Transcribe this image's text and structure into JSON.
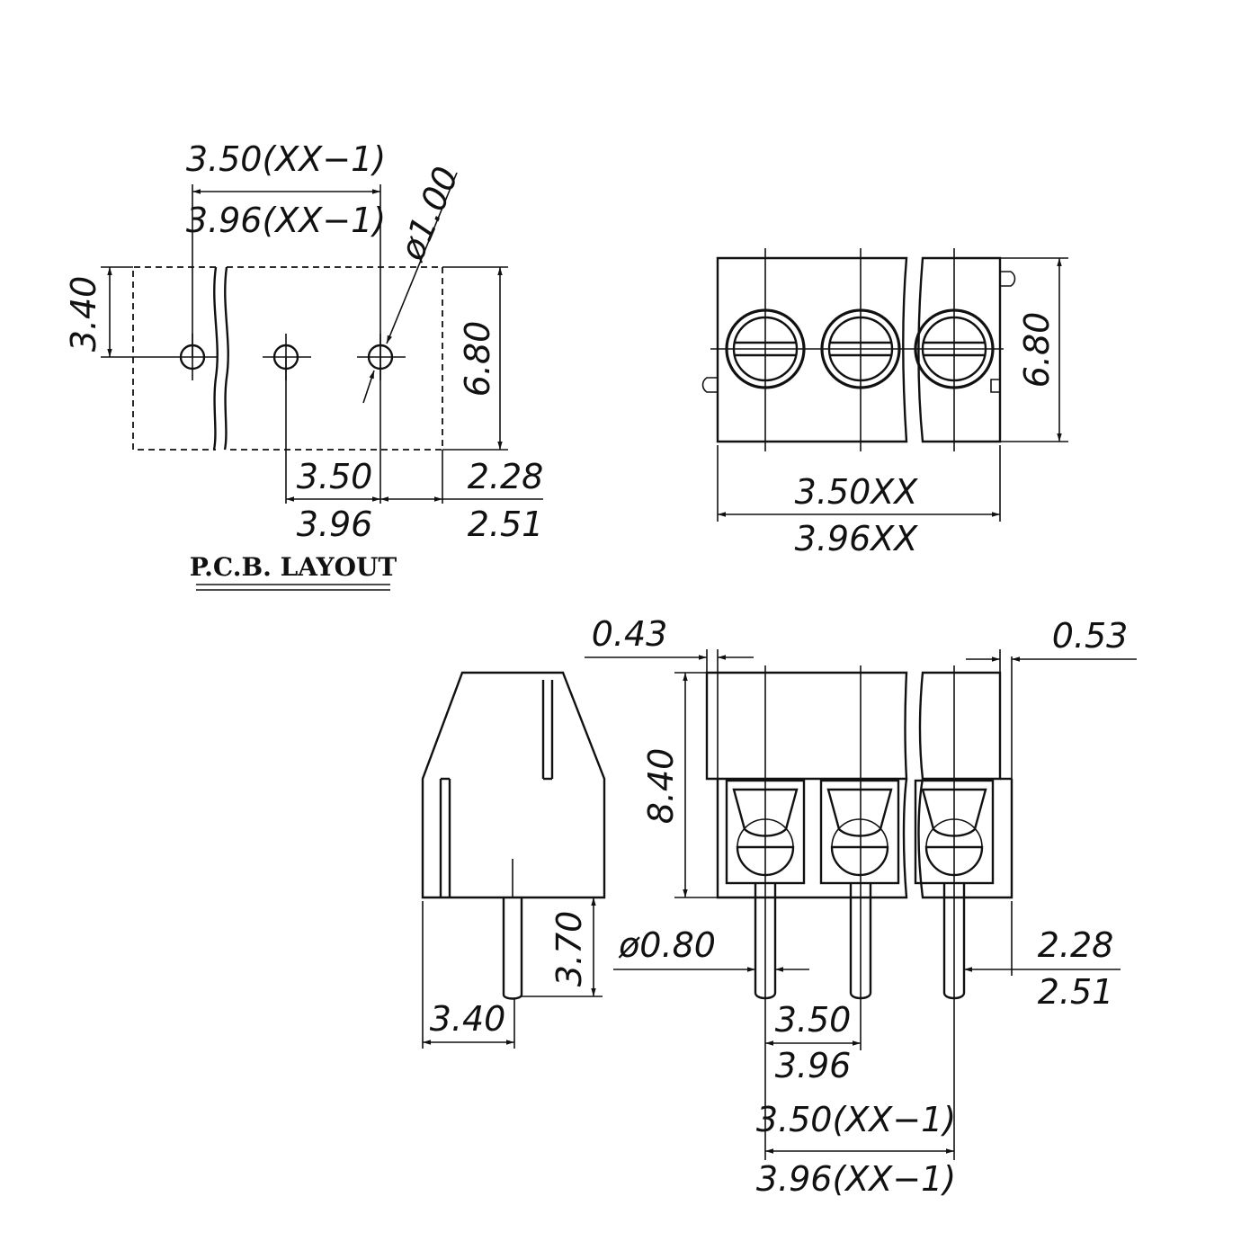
{
  "pcb_layout": {
    "title": "P.C.B. LAYOUT",
    "pitch_top_a": "3.50(XX−1)",
    "pitch_top_b": "3.96(XX−1)",
    "hole_dia": "ø1.00",
    "row_offset": "3.40",
    "height": "6.80",
    "pitch_a": "3.50",
    "pitch_b": "3.96",
    "edge_a": "2.28",
    "edge_b": "2.51"
  },
  "top_view": {
    "height": "6.80",
    "width_a": "3.50XX",
    "width_b": "3.96XX"
  },
  "side_view": {
    "depth": "3.40",
    "pin_length": "3.70"
  },
  "front_view": {
    "gap_left": "0.43",
    "gap_right": "0.53",
    "body_height": "8.40",
    "pin_dia": "ø0.80",
    "edge_a": "2.28",
    "edge_b": "2.51",
    "pitch_a": "3.50",
    "pitch_b": "3.96",
    "span_a": "3.50(XX−1)",
    "span_b": "3.96(XX−1)"
  }
}
